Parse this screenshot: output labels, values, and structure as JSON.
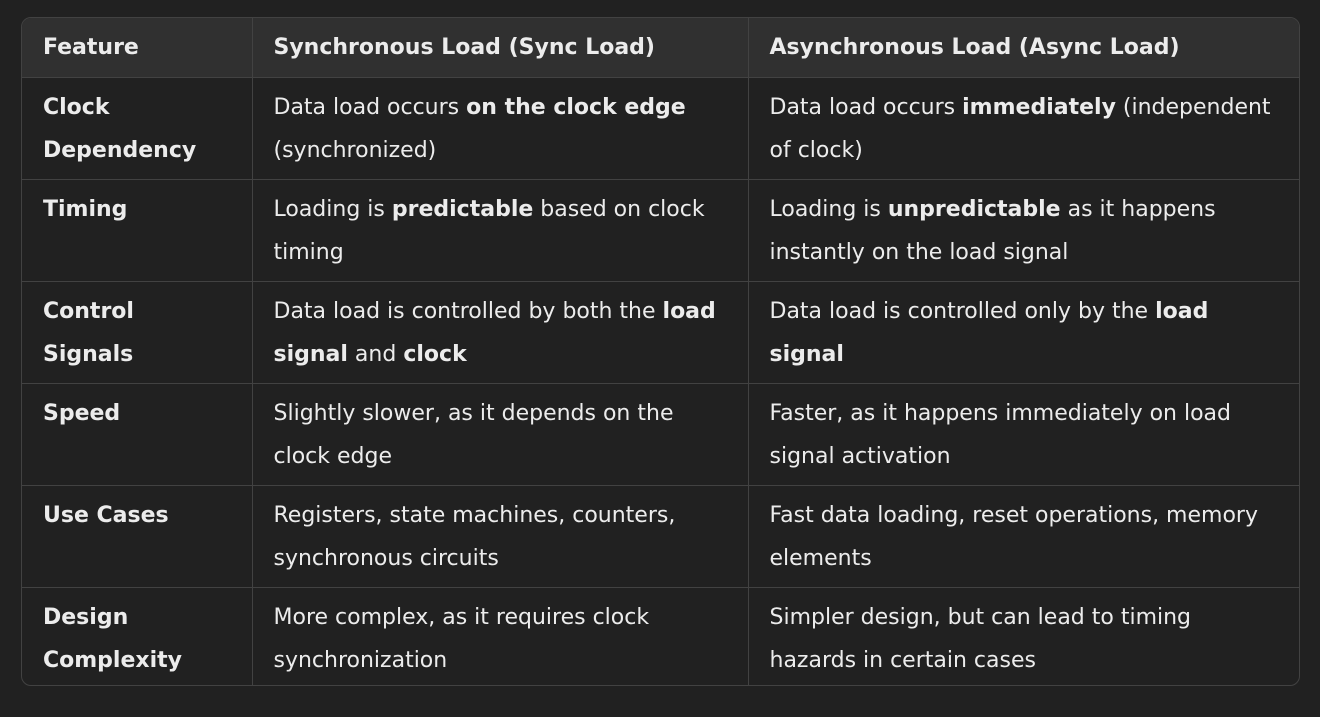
{
  "headers": [
    "Feature",
    "Synchronous Load (Sync Load)",
    "Asynchronous Load (Async Load)"
  ],
  "rows": [
    {
      "feature": "Clock Dependency",
      "sync": [
        {
          "t": "Data load occurs "
        },
        {
          "t": "on the clock edge",
          "b": true
        },
        {
          "t": " (synchronized)"
        }
      ],
      "async": [
        {
          "t": "Data load occurs "
        },
        {
          "t": "immediately",
          "b": true
        },
        {
          "t": " (independent of clock)"
        }
      ]
    },
    {
      "feature": "Timing",
      "sync": [
        {
          "t": "Loading is "
        },
        {
          "t": "predictable",
          "b": true
        },
        {
          "t": " based on clock timing"
        }
      ],
      "async": [
        {
          "t": "Loading is "
        },
        {
          "t": "unpredictable",
          "b": true
        },
        {
          "t": " as it happens instantly on the load signal"
        }
      ]
    },
    {
      "feature": "Control Signals",
      "sync": [
        {
          "t": "Data load is controlled by both the "
        },
        {
          "t": "load signal",
          "b": true
        },
        {
          "t": " and "
        },
        {
          "t": "clock",
          "b": true
        }
      ],
      "async": [
        {
          "t": "Data load is controlled only by the "
        },
        {
          "t": "load signal",
          "b": true
        }
      ]
    },
    {
      "feature": "Speed",
      "sync": [
        {
          "t": "Slightly slower, as it depends on the clock edge"
        }
      ],
      "async": [
        {
          "t": "Faster, as it happens immediately on load signal activation"
        }
      ]
    },
    {
      "feature": "Use Cases",
      "sync": [
        {
          "t": "Registers, state machines, counters, synchronous circuits"
        }
      ],
      "async": [
        {
          "t": "Fast data loading, reset operations, memory elements"
        }
      ]
    },
    {
      "feature": "Design Complexity",
      "sync": [
        {
          "t": "More complex, as it requires clock synchronization"
        }
      ],
      "async": [
        {
          "t": "Simpler design, but can lead to timing hazards in certain cases"
        }
      ]
    }
  ]
}
